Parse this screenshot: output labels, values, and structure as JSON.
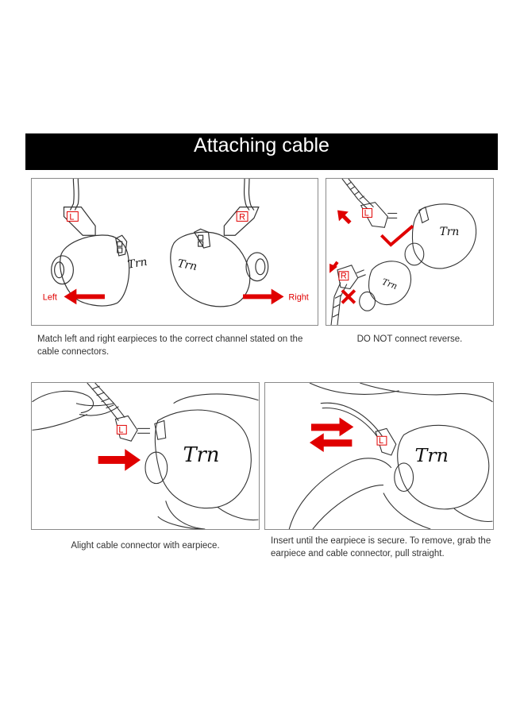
{
  "title": "Attaching cable",
  "colors": {
    "banner": "#000000",
    "accent": "#e00000",
    "line": "#333333"
  },
  "panels": {
    "match": {
      "left_arrow_label": "Left",
      "right_arrow_label": "Right",
      "left_connector_letter": "L",
      "right_connector_letter": "R",
      "brand_mark": "Trn",
      "caption": "Match left and right earpieces to the correct channel stated on the cable connectors."
    },
    "reverse": {
      "connector_letter_top": "L",
      "connector_letter_bottom": "R",
      "brand_mark": "Trn",
      "caption": "DO NOT connect reverse."
    },
    "align": {
      "connector_letter": "L",
      "brand_mark": "Trn",
      "caption": "Alight cable connector with earpiece."
    },
    "insert": {
      "connector_letter": "L",
      "brand_mark": "Trn",
      "caption": "Insert until the earpiece is secure. To remove, grab the earpiece and cable connector, pull straight."
    }
  }
}
